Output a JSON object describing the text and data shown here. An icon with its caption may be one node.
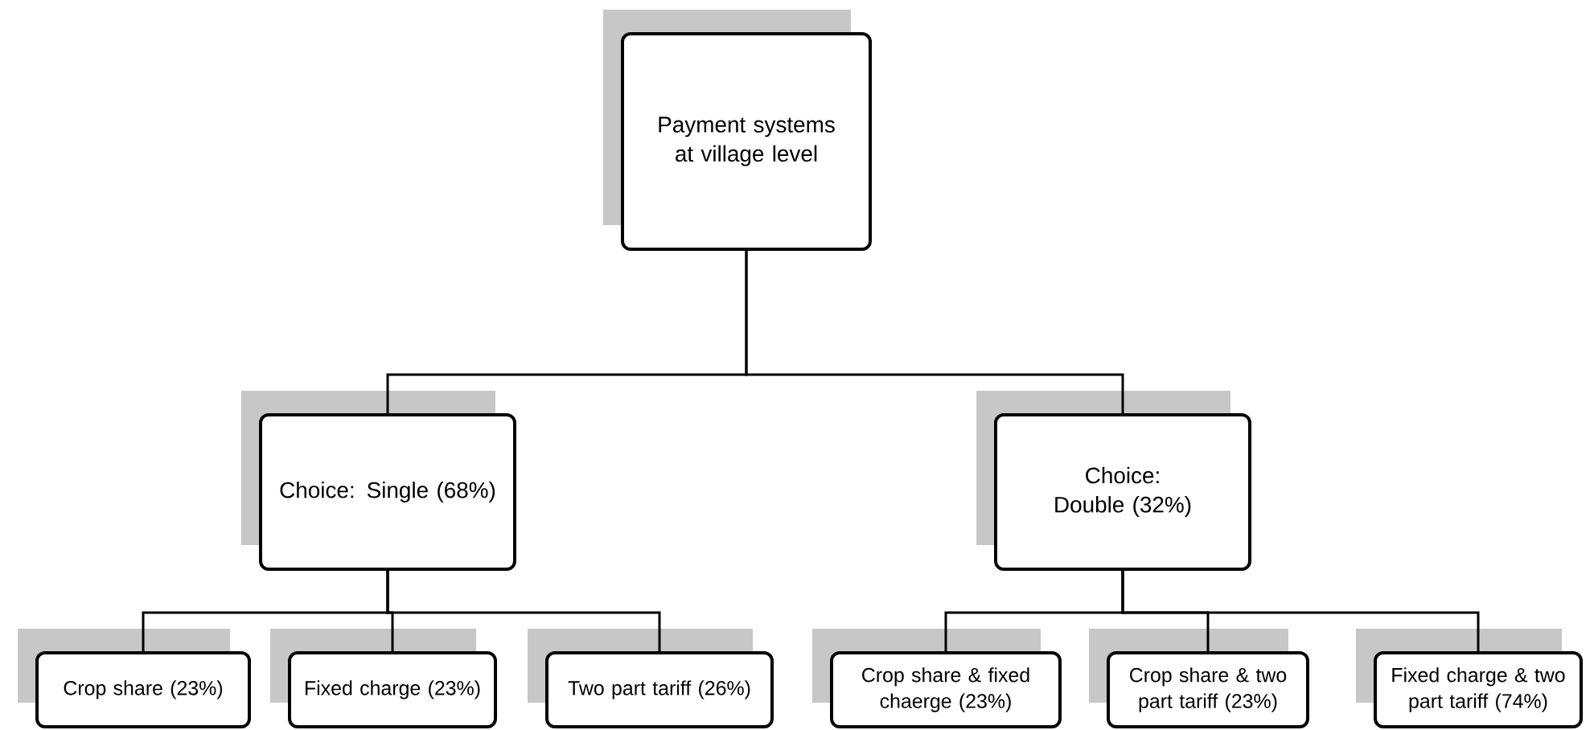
{
  "diagram": {
    "nodes": [
      {
        "text": [
          "Payment systems at village level"
        ]
      },
      {
        "text": [
          "Choice: Single (68%)"
        ]
      },
      {
        "text": [
          "Choice: Double (32%)"
        ]
      },
      {
        "text": [
          "Crop share (23%)"
        ]
      },
      {
        "text": [
          "Fixed charge (23%)"
        ]
      },
      {
        "text": [
          "Two part tariff (26%)"
        ]
      },
      {
        "text": [
          "Crop share & fixed chaerge (23%)"
        ]
      },
      {
        "text": [
          "Crop share & two part tariff (23%)"
        ]
      },
      {
        "text": [
          "Fixed charge & two part tariff (74%)"
        ]
      }
    ],
    "edges": [
      {
        "from": 0,
        "to": 1,
        "arrow": "none"
      },
      {
        "from": 0,
        "to": 2,
        "arrow": "none"
      },
      {
        "from": 1,
        "to": 3,
        "arrow": "none"
      },
      {
        "from": 1,
        "to": 4,
        "arrow": "none"
      },
      {
        "from": 1,
        "to": 5,
        "arrow": "none"
      },
      {
        "from": 2,
        "to": 6,
        "arrow": "none"
      },
      {
        "from": 2,
        "to": 7,
        "arrow": "none"
      },
      {
        "from": 2,
        "to": 8,
        "arrow": "none"
      }
    ]
  }
}
